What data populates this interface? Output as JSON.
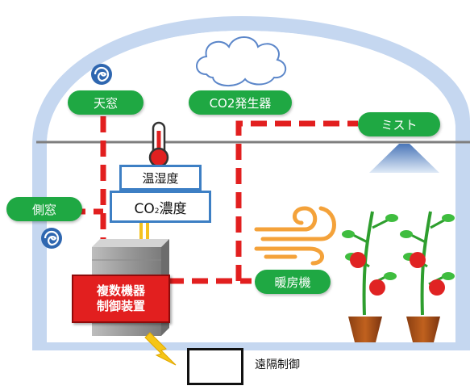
{
  "labels": {
    "tenmado": "天窓",
    "co2_generator": "CO2発生器",
    "mist": "ミスト",
    "sokumado": "側窓",
    "heater": "暖房機",
    "remote_control": "遠隔制御"
  },
  "sensors": {
    "temp_humidity": "温湿度",
    "co2_prefix": "CO",
    "co2_sub": "2",
    "co2_suffix": "濃度"
  },
  "controller": {
    "line1": "複数機器",
    "line2": "制御装置"
  },
  "colors": {
    "label_green": "#1fa843",
    "control_red": "#e21f1f",
    "greenhouse_blue": "#c5d7f0",
    "sensor_border": "#3d7fc4"
  }
}
